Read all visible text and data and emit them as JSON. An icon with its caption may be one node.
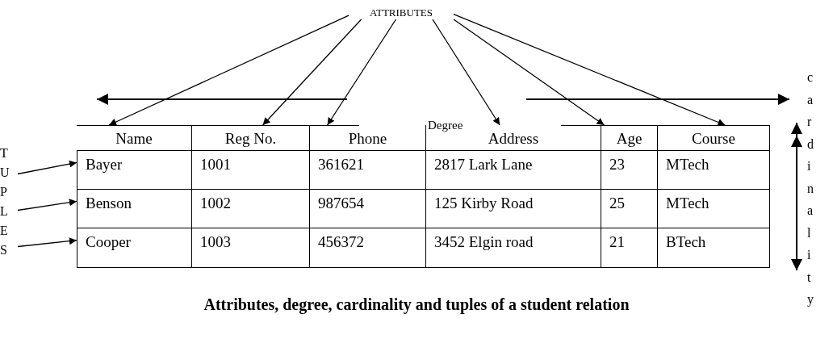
{
  "diagram": {
    "caption": "Attributes, degree, cardinality and tuples of a student relation",
    "nodes": [
      {
        "text": [
          "ATTRIBUTES"
        ]
      },
      {
        "text": [
          "Name"
        ]
      },
      {
        "text": [
          "Reg No."
        ]
      },
      {
        "text": [
          "Phone"
        ]
      },
      {
        "text": [
          "Address"
        ]
      },
      {
        "text": [
          "Age"
        ]
      },
      {
        "text": [
          "Course"
        ]
      },
      {
        "text": [
          "TUPLES"
        ]
      },
      {
        "text": [
          "Bayer"
        ]
      },
      {
        "text": [
          "Benson"
        ]
      },
      {
        "text": [
          "Cooper"
        ]
      }
    ],
    "edges": [
      {
        "from": 0,
        "to": 1,
        "arrow": "to"
      },
      {
        "from": 0,
        "to": 2,
        "arrow": "to"
      },
      {
        "from": 0,
        "to": 3,
        "arrow": "to"
      },
      {
        "from": 0,
        "to": 4,
        "arrow": "to"
      },
      {
        "from": 0,
        "to": 5,
        "arrow": "to"
      },
      {
        "from": 0,
        "to": 6,
        "arrow": "to"
      },
      {
        "from": 7,
        "to": 8,
        "arrow": "to"
      },
      {
        "from": 7,
        "to": 9,
        "arrow": "to"
      },
      {
        "from": 7,
        "to": 10,
        "arrow": "to"
      }
    ],
    "labels": [
      "cardinality",
      "Degree",
      "1001",
      "361621",
      "2817 Lark Lane",
      "23",
      "MTech",
      "1002",
      "987654",
      "125 Kirby Road",
      "25",
      "MTech",
      "1003",
      "456372",
      "3452 Elgin road",
      "21",
      "BTech"
    ]
  }
}
